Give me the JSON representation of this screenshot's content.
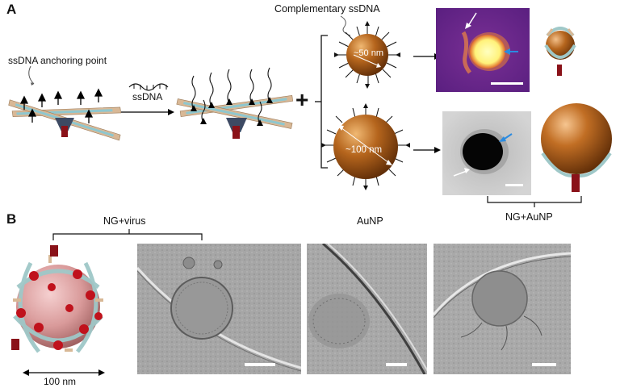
{
  "panel_a": {
    "letter": "A",
    "anchor_label": "ssDNA anchoring point",
    "ssdna_label": "ssDNA",
    "complementary_label": "Complementary ssDNA",
    "small_np_size": "~50 nm",
    "large_np_size": "~100 nm",
    "plus": "+"
  },
  "panel_b": {
    "letter": "B",
    "ng_virus_label": "NG+virus",
    "aunp_label": "AuNP",
    "ng_aunp_label": "NG+AuNP",
    "scale_label": "100 nm"
  },
  "colors": {
    "gold": "#b5651d",
    "virus_red": "#c0121c",
    "afm_background": "#6a2a8a",
    "arrow_white": "#ffffff",
    "arrow_blue": "#2b8be0"
  }
}
